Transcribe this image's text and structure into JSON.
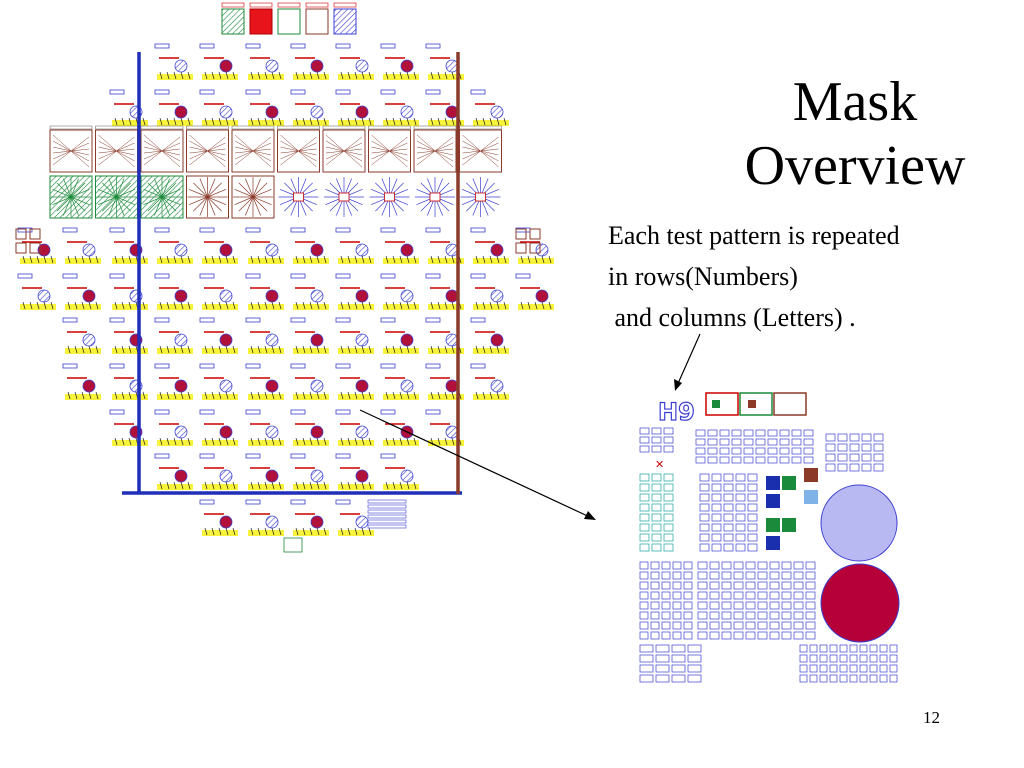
{
  "slide": {
    "title_lines": [
      "Mask",
      "Overview"
    ],
    "body_lines": [
      "Each test pattern is repeated",
      "in rows(Numbers)",
      " and columns (Letters) ."
    ],
    "slide_number": "12",
    "die_label": "H9"
  },
  "colors": {
    "frame_blue": "#1f2fb8",
    "frame_brown": "#8b3a2a",
    "pattern_blue": "#3b3fd1",
    "pattern_red": "#b0103a",
    "pad_yellow": "#f7f23a",
    "pattern_green": "#1b8a3a",
    "circle_light": "#b8b9f2",
    "circle_dark": "#b5003a"
  },
  "icons": {
    "wafer": "wafer-map-icon",
    "die": "die-detail-icon"
  }
}
